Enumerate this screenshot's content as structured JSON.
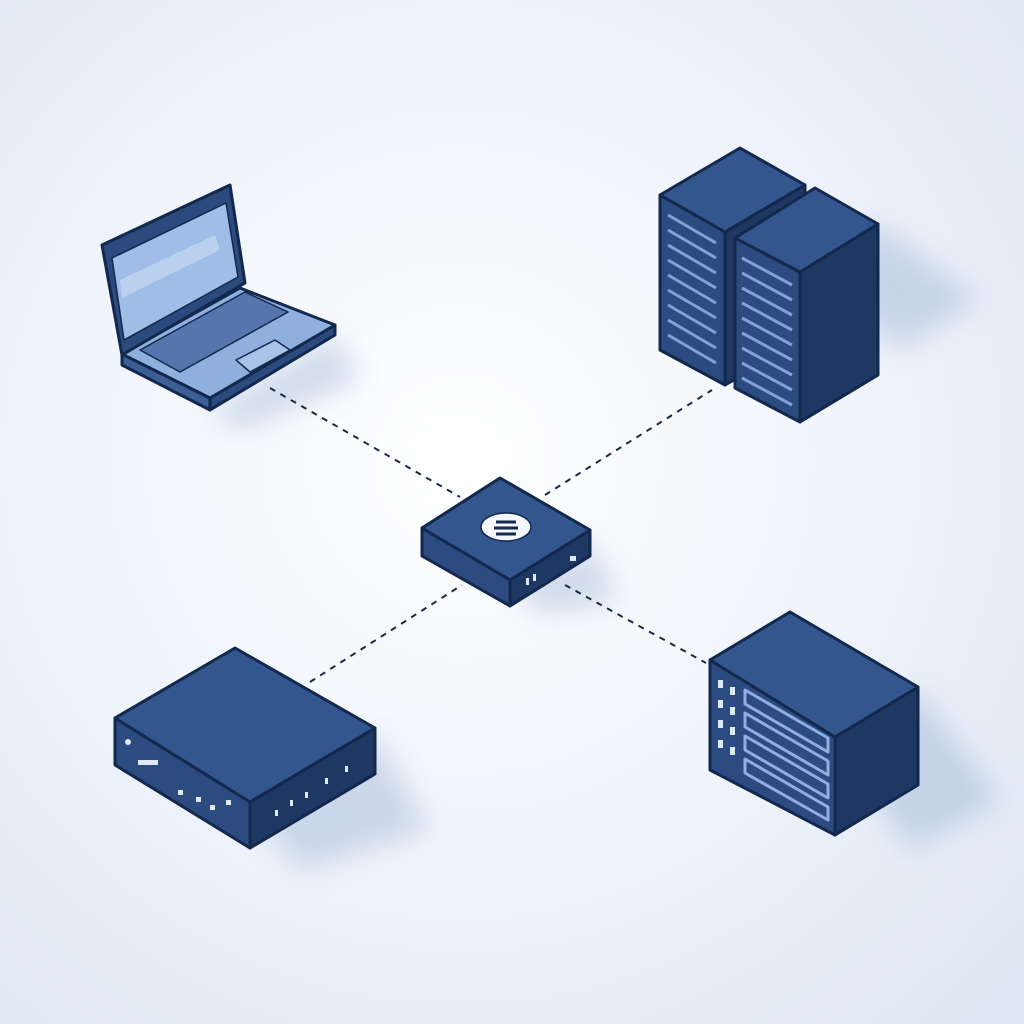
{
  "colors": {
    "device_top": "#2f5089",
    "device_side_left": "#284779",
    "device_side_right": "#1e3863",
    "outline": "#13284d",
    "screen": "#9fbde6",
    "laptop_body": "#8fb0de",
    "link": "#1b2a44"
  },
  "nodes": [
    {
      "id": "laptop",
      "icon": "laptop-icon"
    },
    {
      "id": "server-rack",
      "icon": "server-rack-icon"
    },
    {
      "id": "hub",
      "icon": "network-switch-icon"
    },
    {
      "id": "router",
      "icon": "router-icon"
    },
    {
      "id": "storage",
      "icon": "storage-array-icon"
    }
  ],
  "links": [
    {
      "from": "laptop",
      "to": "hub",
      "style": "dashed"
    },
    {
      "from": "server-rack",
      "to": "hub",
      "style": "dashed"
    },
    {
      "from": "router",
      "to": "hub",
      "style": "dashed"
    },
    {
      "from": "storage",
      "to": "hub",
      "style": "dashed"
    }
  ]
}
